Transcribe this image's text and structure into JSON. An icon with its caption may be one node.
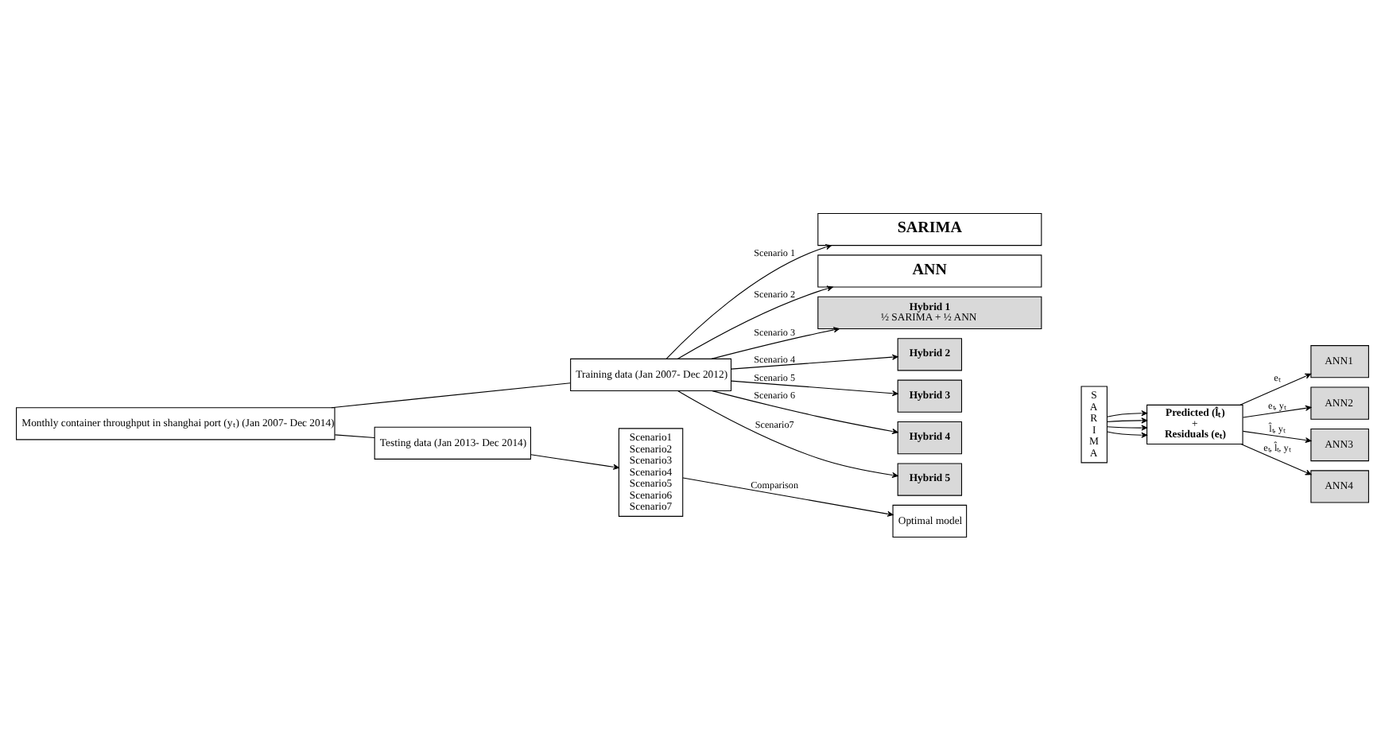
{
  "diagram": {
    "nodes": [
      {
        "text": [
          "Monthly container throughput in shanghai port (yₜ) (Jan 2007- Dec 2014)"
        ]
      },
      {
        "text": [
          "Training data (Jan 2007- Dec 2012)"
        ]
      },
      {
        "text": [
          "Testing data (Jan 2013- Dec 2014)"
        ]
      },
      {
        "text": [
          "SARIMA"
        ]
      },
      {
        "text": [
          "ANN"
        ]
      },
      {
        "text": [
          "Hybrid 1",
          "½ SARIMA + ½ ANN"
        ]
      },
      {
        "text": [
          "Hybrid 2"
        ]
      },
      {
        "text": [
          "Hybrid 3"
        ]
      },
      {
        "text": [
          "Hybrid 4"
        ]
      },
      {
        "text": [
          "Hybrid 5"
        ]
      },
      {
        "text": [
          "SARIMA"
        ]
      },
      {
        "text": [
          "Predicted (l̂ₜ)",
          "+",
          "Residuals (eₜ)"
        ]
      },
      {
        "text": [
          "ANN1"
        ]
      },
      {
        "text": [
          "ANN2"
        ]
      },
      {
        "text": [
          "ANN3"
        ]
      },
      {
        "text": [
          "ANN4"
        ]
      },
      {
        "text": [
          "Scenario1",
          "Scenario2",
          "Scenario3",
          "Scenario4",
          "Scenario5",
          "Scenario6",
          "Scenario7"
        ]
      },
      {
        "text": [
          "Optimal model"
        ]
      }
    ],
    "edges": [
      {
        "from": 0,
        "to": 1,
        "arrow": "none"
      },
      {
        "from": 0,
        "to": 2,
        "arrow": "none"
      },
      {
        "from": 1,
        "to": 3,
        "arrow": "to",
        "label": "Scenario 1"
      },
      {
        "from": 1,
        "to": 4,
        "arrow": "to",
        "label": "Scenario 2"
      },
      {
        "from": 1,
        "to": 5,
        "arrow": "to",
        "label": "Scenario 3"
      },
      {
        "from": 1,
        "to": 6,
        "arrow": "to",
        "label": "Scenario 4"
      },
      {
        "from": 1,
        "to": 7,
        "arrow": "to",
        "label": "Scenario 5"
      },
      {
        "from": 1,
        "to": 8,
        "arrow": "to",
        "label": "Scenario 6"
      },
      {
        "from": 1,
        "to": 9,
        "arrow": "to",
        "label": "Scenario7"
      },
      {
        "from": 10,
        "to": 11,
        "arrow": "to"
      },
      {
        "from": 10,
        "to": 11,
        "arrow": "to"
      },
      {
        "from": 10,
        "to": 11,
        "arrow": "to"
      },
      {
        "from": 10,
        "to": 11,
        "arrow": "to"
      },
      {
        "from": 11,
        "to": 12,
        "arrow": "to",
        "label": "eₜ"
      },
      {
        "from": 11,
        "to": 13,
        "arrow": "to",
        "label": "eₜ, yₜ"
      },
      {
        "from": 11,
        "to": 14,
        "arrow": "to",
        "label": "l̂ₜ, yₜ"
      },
      {
        "from": 11,
        "to": 15,
        "arrow": "to",
        "label": "eₜ, l̂ₜ, yₜ"
      },
      {
        "from": 2,
        "to": 16,
        "arrow": "to"
      },
      {
        "from": 16,
        "to": 17,
        "arrow": "to",
        "label": "Comparison"
      }
    ]
  }
}
